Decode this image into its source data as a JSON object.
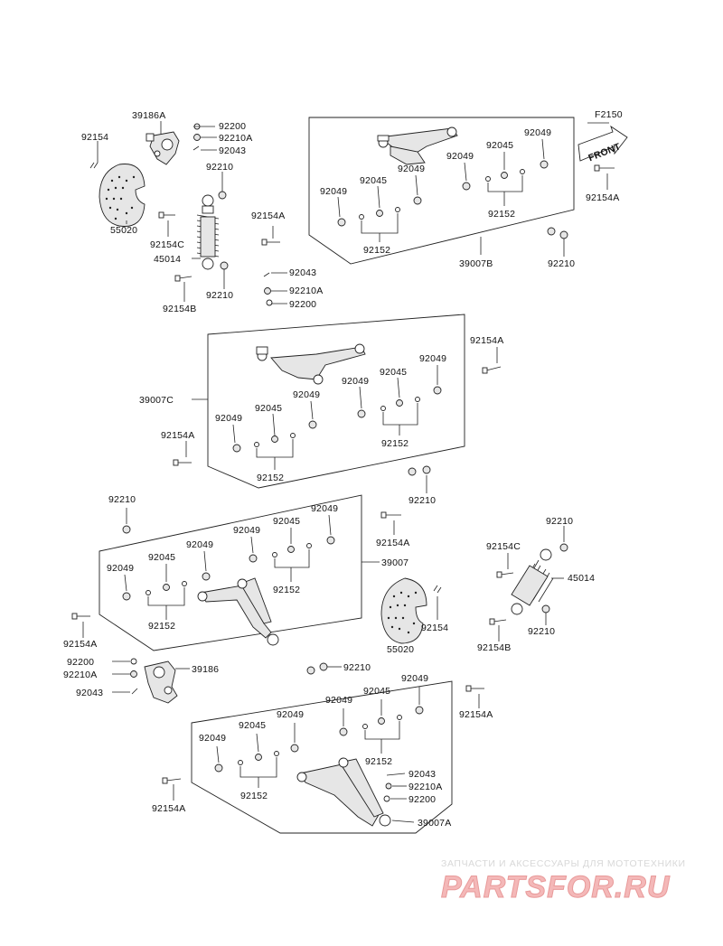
{
  "diagram": {
    "code": "F2150",
    "front_label": "FRONT",
    "labels": {
      "p39186A": "39186A",
      "p92154_top": "92154",
      "p92200_top": "92200",
      "p92210A_top": "92210A",
      "p92043_top": "92043",
      "p92210_top": "92210",
      "p55020_top": "55020",
      "p92154C_top": "92154C",
      "p45014_top": "45014",
      "p92154B_top": "92154B",
      "p92210_top2": "92210",
      "p92154A_mid1": "92154A",
      "p92043_mid": "92043",
      "p92210A_mid": "92210A",
      "p92200_mid": "92200",
      "p39007B": "39007B",
      "p92210_tr": "92210",
      "p92154A_tr": "92154A",
      "b1_92049a": "92049",
      "b1_92045a": "92045",
      "b1_92049b": "92049",
      "b1_92049c": "92049",
      "b1_92045b": "92045",
      "b1_92049d": "92049",
      "b1_92152a": "92152",
      "b1_92152b": "92152",
      "p92154A_b2r": "92154A",
      "p39007C": "39007C",
      "b2_92049a": "92049",
      "b2_92045a": "92045",
      "b2_92049b": "92049",
      "b2_92049c": "92049",
      "b2_92045b": "92045",
      "b2_92049d": "92049",
      "b2_92152a": "92152",
      "b2_92152b": "92152",
      "p92154A_b2l": "92154A",
      "p92210_b3a": "92210",
      "p92210_b3b": "92210",
      "b3_92049a": "92049",
      "b3_92045a": "92045",
      "b3_92049b": "92049",
      "b3_92049c": "92049",
      "b3_92045b": "92045",
      "b3_92049d": "92049",
      "b3_92152a": "92152",
      "b3_92152b": "92152",
      "p39007": "39007",
      "p92154A_b3r": "92154A",
      "p92154A_b3l": "92154A",
      "p92210_r": "92210",
      "p92154C_r": "92154C",
      "p45014_r": "45014",
      "p92210_r2": "92210",
      "p92154B_r": "92154B",
      "p92154_r": "92154",
      "p55020_r": "55020",
      "p92200_l": "92200",
      "p92210A_l": "92210A",
      "p39186": "39186",
      "p92043_l": "92043",
      "p92210_b4": "92210",
      "b4_92049a": "92049",
      "b4_92045a": "92045",
      "b4_92049b": "92049",
      "b4_92049c": "92049",
      "b4_92045b": "92045",
      "b4_92049d": "92049",
      "b4_92152a": "92152",
      "b4_92152b": "92152",
      "p92154A_b4r": "92154A",
      "p92043_b4": "92043",
      "p92210A_b4": "92210A",
      "p92200_b4": "92200",
      "p39007A": "39007A",
      "p92154A_b4l": "92154A"
    }
  },
  "watermark": {
    "caption": "ЗАПЧАСТИ И АКСЕССУАРЫ ДЛЯ МОТОТЕХНИКИ",
    "logo_text": "PARTSFOR.RU"
  }
}
